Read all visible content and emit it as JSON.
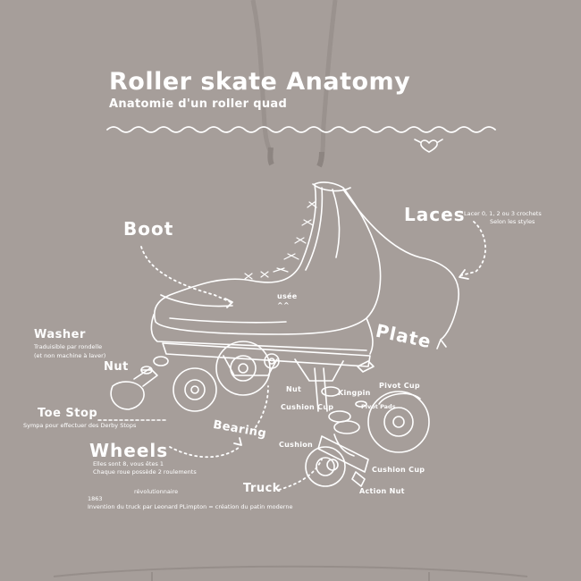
{
  "palette": {
    "fabric": "#a69e9a",
    "fabric_shade": "#948c88",
    "ink": "#ffffff"
  },
  "heading": {
    "title": "Roller skate Anatomy",
    "subtitle": "Anatomie d'un roller quad"
  },
  "decor": {
    "wave": "wave-line",
    "heart_icon": "heart-icon"
  },
  "labels": {
    "boot": "Boot",
    "laces": "Laces",
    "laces_note_1": "Lacer 0, 1, 2 ou 3 crochets",
    "laces_note_2": "Selon les styles",
    "usee": "usée",
    "usee_marks": "^^",
    "washer": "Washer",
    "washer_note_1": "Traduisible par rondelle",
    "washer_note_2": "(et non machine à laver)",
    "nut": "Nut",
    "plate": "Plate",
    "nut_small": "Nut",
    "kingpin": "Kingpin",
    "pivot_cup": "Pivot Cup",
    "cushion_cup": "Cushion Cup",
    "pivot_pads": "Pivot Pads",
    "toe_stop": "Toe Stop",
    "toe_stop_note": "Sympa pour effectuer des Derby Stops",
    "bearing": "Bearing",
    "cushion": "Cushion",
    "wheels": "Wheels",
    "wheels_note_1": "Elles sont 8, vous êtes 1",
    "wheels_note_2": "Chaque roue possède 2 roulements",
    "cushion_cup_2": "Cushion Cup",
    "action_nut": "Action Nut",
    "truck": "Truck",
    "year": "1863",
    "revolution": "révolutionnaire",
    "truck_note": "Invention du truck par Leonard PLimpton = création du patin moderne"
  }
}
